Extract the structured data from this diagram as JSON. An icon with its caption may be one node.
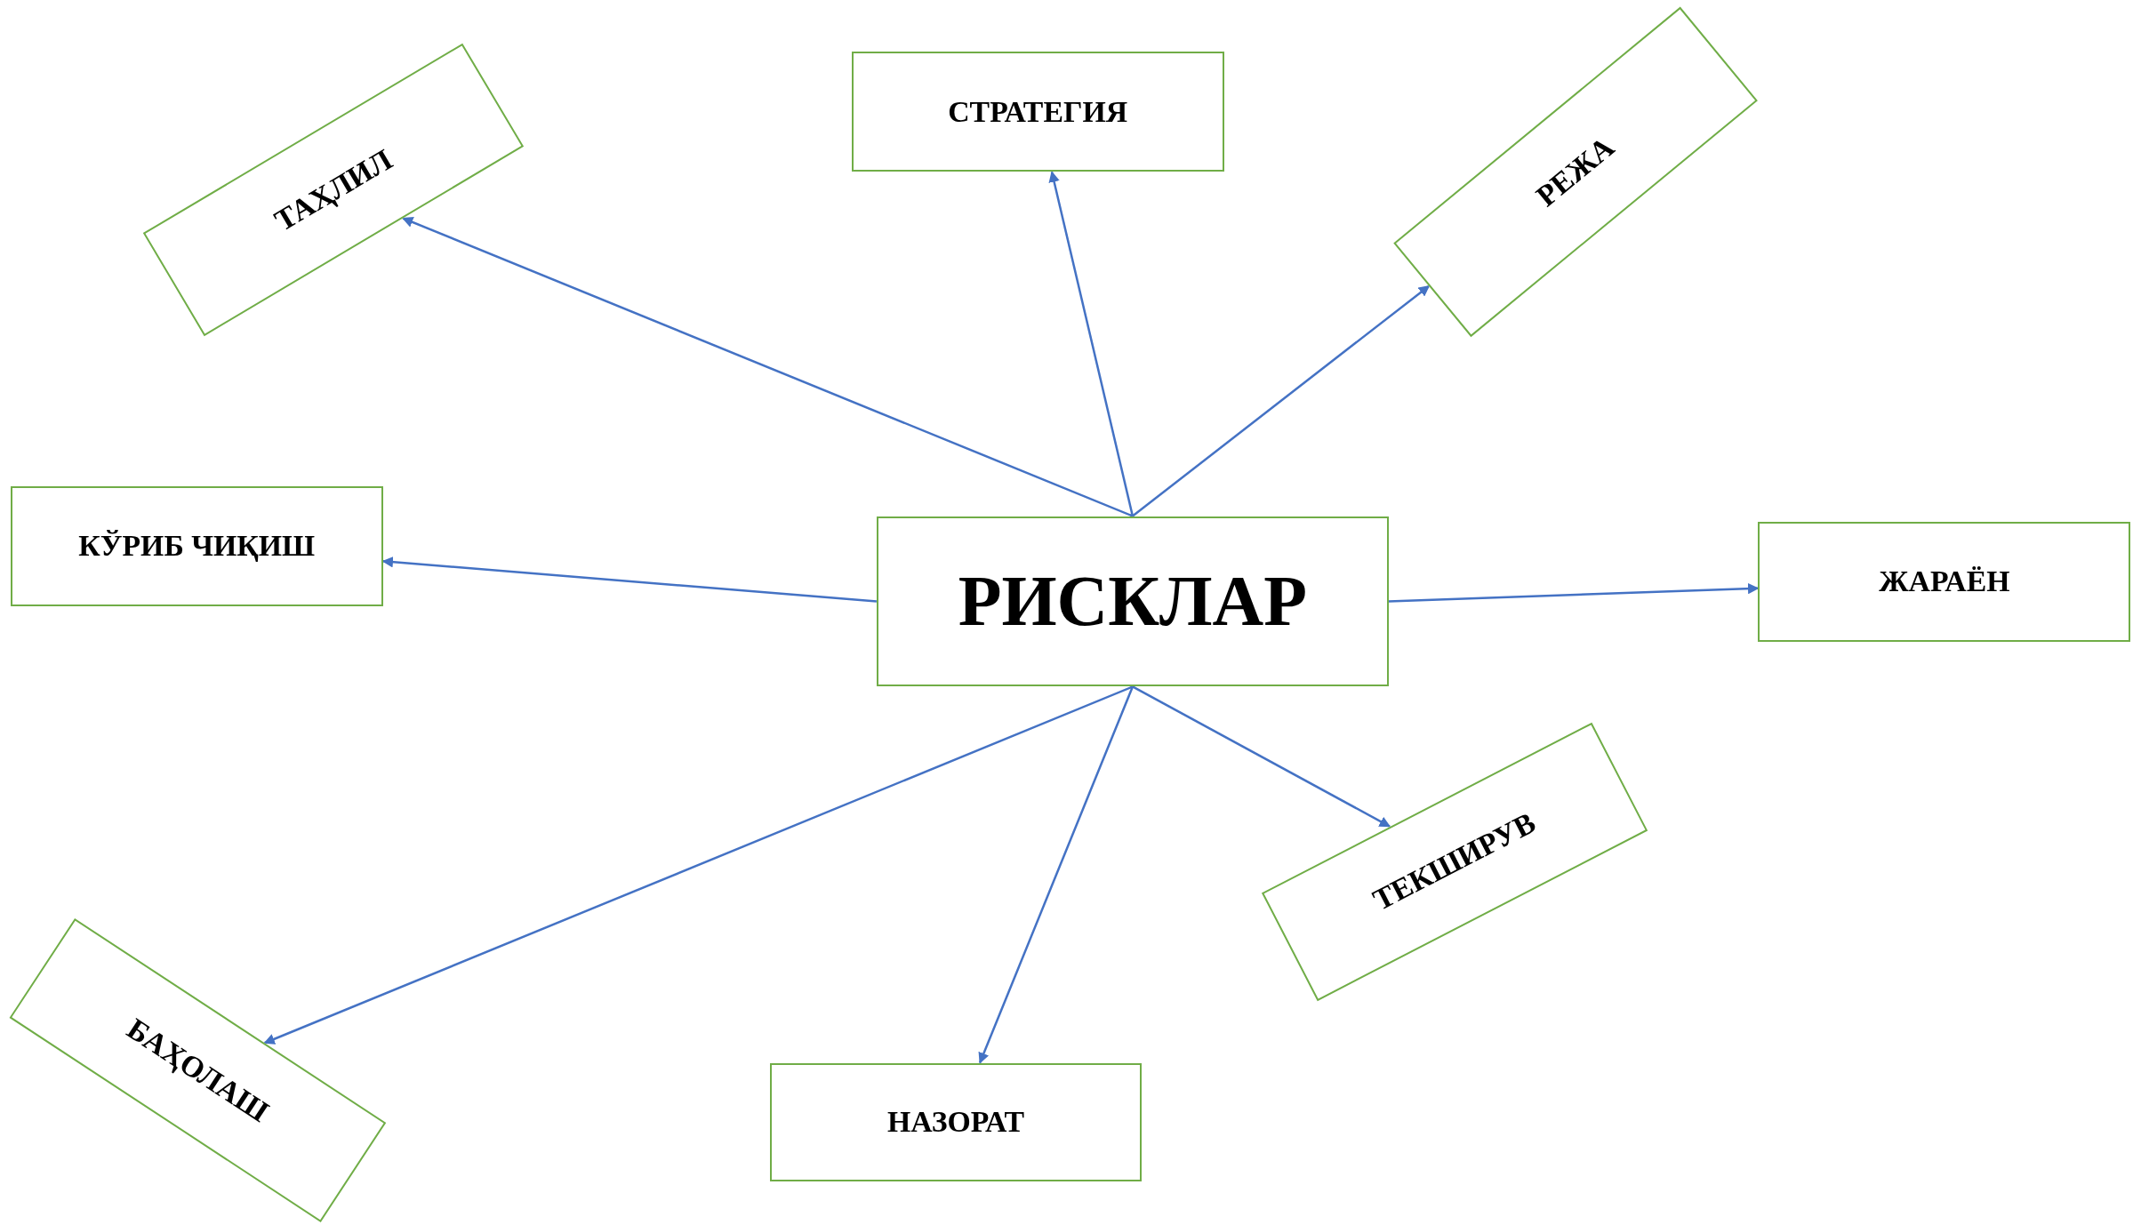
{
  "diagram": {
    "nodes": [
      {
        "text": [
          "ТАҲЛИЛ"
        ]
      },
      {
        "text": [
          "СТРАТЕГИЯ"
        ]
      },
      {
        "text": [
          "РЕЖА"
        ]
      },
      {
        "text": [
          "КЎРИБ ЧИҚИШ"
        ]
      },
      {
        "text": [
          "РИСКЛАР"
        ]
      },
      {
        "text": [
          "ЖАРАЁН"
        ]
      },
      {
        "text": [
          "ТЕКШИРУВ"
        ]
      },
      {
        "text": [
          "БАҲОЛАШ"
        ]
      },
      {
        "text": [
          "НАЗОРАТ"
        ]
      }
    ],
    "edges": [
      {
        "from": 4,
        "to": 0,
        "arrow": "to"
      },
      {
        "from": 4,
        "to": 1,
        "arrow": "to"
      },
      {
        "from": 4,
        "to": 2,
        "arrow": "to"
      },
      {
        "from": 4,
        "to": 3,
        "arrow": "to"
      },
      {
        "from": 4,
        "to": 5,
        "arrow": "to"
      },
      {
        "from": 4,
        "to": 6,
        "arrow": "to"
      },
      {
        "from": 4,
        "to": 7,
        "arrow": "to"
      },
      {
        "from": 4,
        "to": 8,
        "arrow": "to"
      }
    ]
  }
}
